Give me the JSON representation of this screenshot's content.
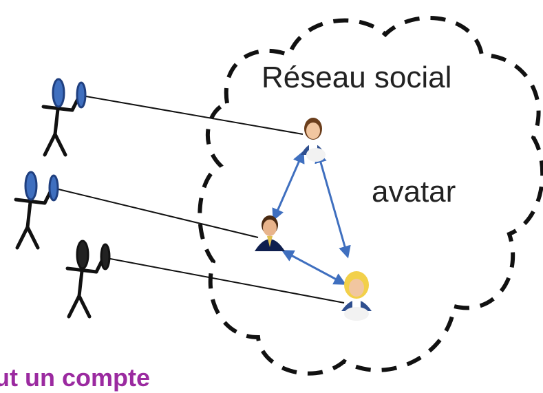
{
  "diagram": {
    "cloud_label": "Réseau social",
    "avatar_label": "avatar",
    "caption": "ut un compte",
    "colors": {
      "caption": "#9b2aa0",
      "arrow": "#3f6fbf",
      "cloud_outline": "#111111",
      "link_line": "#111111",
      "user_blue": "#3f6fbf",
      "user_black": "#111111"
    },
    "users": [
      {
        "id": "user-1",
        "color": "blue",
        "icon": "stick-figure-binoculars-icon"
      },
      {
        "id": "user-2",
        "color": "blue",
        "icon": "stick-figure-binoculars-icon"
      },
      {
        "id": "user-3",
        "color": "black",
        "icon": "stick-figure-binoculars-icon"
      }
    ],
    "avatars": [
      {
        "id": "avatar-brown-hair-woman",
        "icon": "woman-avatar-icon"
      },
      {
        "id": "avatar-man-suit",
        "icon": "man-avatar-icon"
      },
      {
        "id": "avatar-blonde-woman",
        "icon": "blonde-woman-avatar-icon"
      }
    ]
  }
}
